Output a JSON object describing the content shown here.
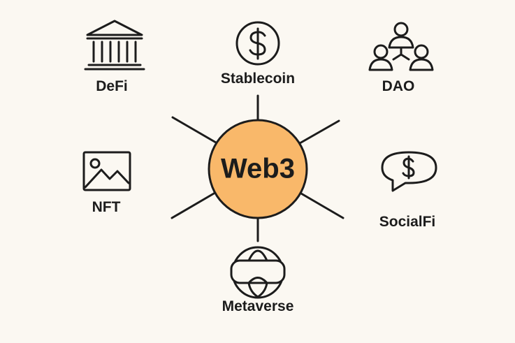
{
  "center": {
    "label": "Web3",
    "fill": "#f9b86a"
  },
  "nodes": [
    {
      "label": "DeFi",
      "icon": "bank-icon"
    },
    {
      "label": "Stablecoin",
      "icon": "dollar-coin-icon"
    },
    {
      "label": "DAO",
      "icon": "people-network-icon"
    },
    {
      "label": "NFT",
      "icon": "image-icon"
    },
    {
      "label": "SocialFi",
      "icon": "dollar-chat-bubble-icon"
    },
    {
      "label": "Metaverse",
      "icon": "vr-globe-icon"
    }
  ]
}
